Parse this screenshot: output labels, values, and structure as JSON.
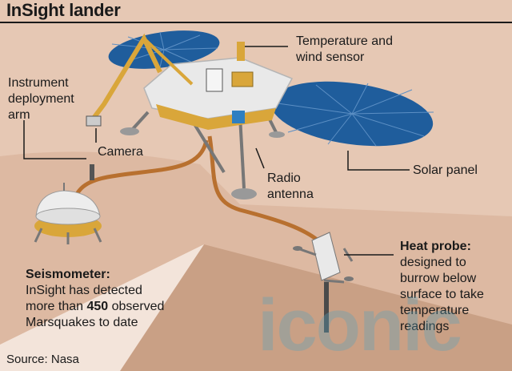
{
  "title": "InSight lander",
  "labels": {
    "temperature_sensor": "Temperature and\nwind sensor",
    "instrument_arm": "Instrument\ndeployment\narm",
    "camera": "Camera",
    "radio_antenna": "Radio\nantenna",
    "solar_panel": "Solar panel",
    "seismometer_heading": "Seismometer:",
    "seismometer_text_before": "InSight has detected\nmore than ",
    "seismometer_number": "450",
    "seismometer_text_after": " observed\nMarsquakes to date",
    "heat_probe_heading": "Heat probe:",
    "heat_probe_text": "designed to\nburrow below\nsurface to take\ntemperature\nreadings"
  },
  "source": "Source: Nasa",
  "watermark": "iconic",
  "colors": {
    "background": "#e6c8b4",
    "ground_dark": "#caa38a",
    "ground_light": "#f3e4da",
    "solar_blue": "#1f5d9c",
    "tether": "#b8702f",
    "gold": "#d9a63a",
    "deck": "#e9e9e9"
  }
}
